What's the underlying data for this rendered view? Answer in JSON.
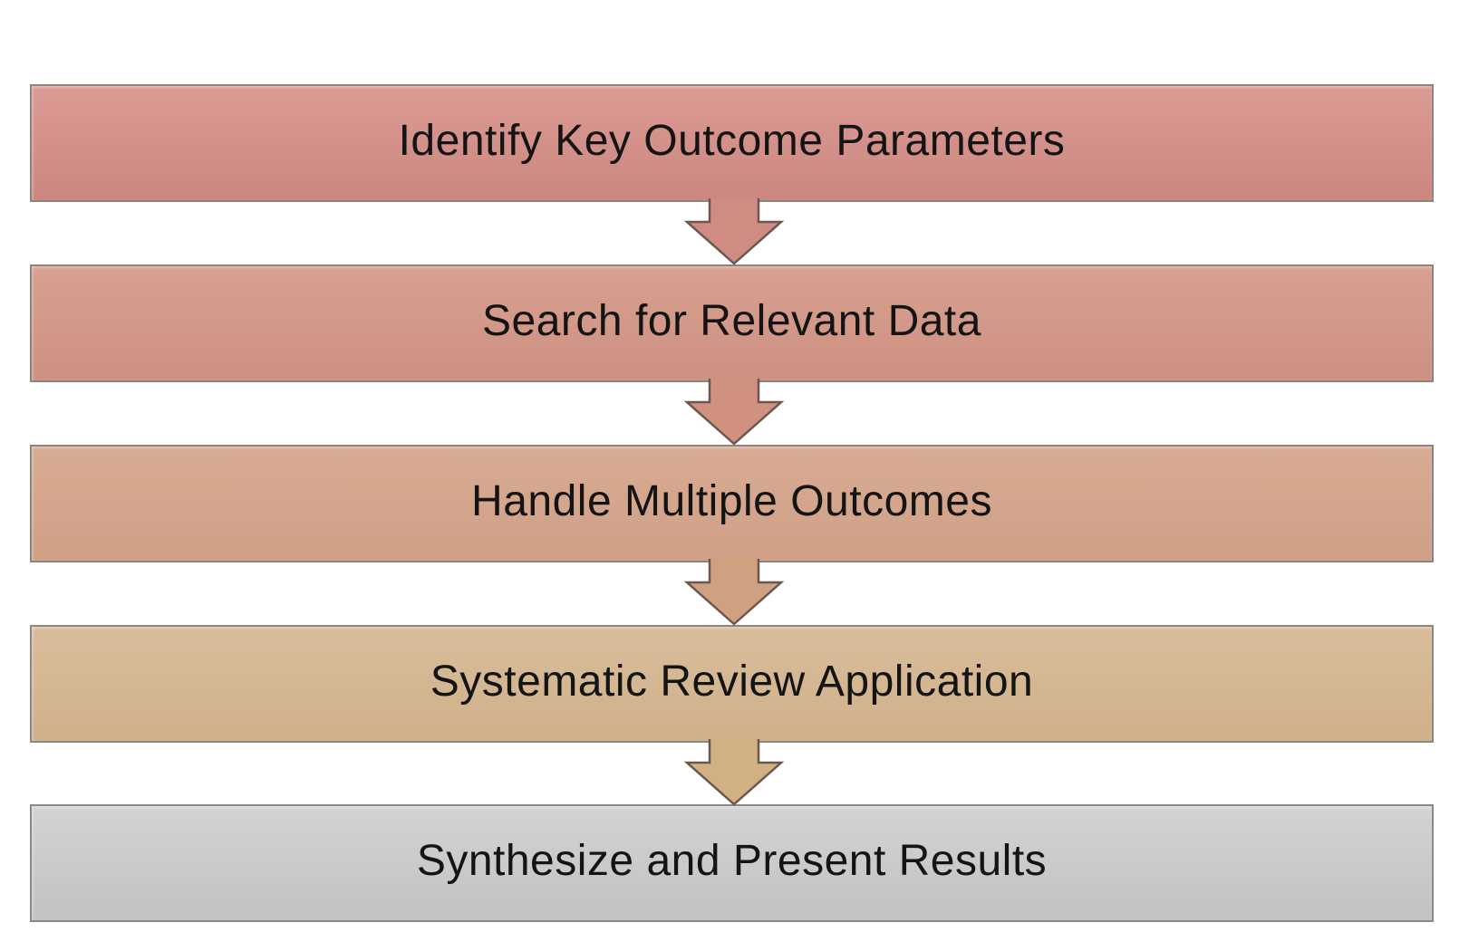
{
  "diagram": {
    "background": "#ffffff",
    "text_color": "#141414",
    "arrow_outline": "#6b5750",
    "steps": [
      {
        "label": "Identify Key Outcome Parameters",
        "fill_top": "#db9b94",
        "fill_bottom": "#cc8680",
        "border": "#8f8380"
      },
      {
        "label": "Search for Relevant Data",
        "fill_top": "#d8a090",
        "fill_bottom": "#cd9081",
        "border": "#8f8380"
      },
      {
        "label": "Handle Multiple Outcomes",
        "fill_top": "#d8ac93",
        "fill_bottom": "#cf9f86",
        "border": "#8f8380"
      },
      {
        "label": "Systematic Review Application",
        "fill_top": "#d9bd9b",
        "fill_bottom": "#cfb089",
        "border": "#8f8682"
      },
      {
        "label": "Synthesize and Present Results",
        "fill_top": "#d3d3d3",
        "fill_bottom": "#c2c2c2",
        "border": "#898989"
      }
    ],
    "arrows": [
      {
        "fill": "#d08b82"
      },
      {
        "fill": "#d0927f"
      },
      {
        "fill": "#cfa181"
      },
      {
        "fill": "#d1b183"
      }
    ]
  }
}
